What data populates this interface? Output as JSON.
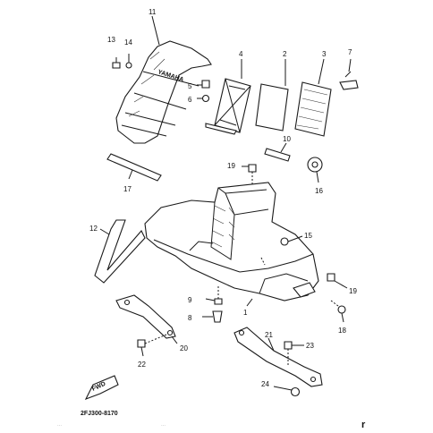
{
  "diagram": {
    "callouts": {
      "c1": "1",
      "c2": "2",
      "c3": "3",
      "c4": "4",
      "c5": "5",
      "c6": "6",
      "c7": "7",
      "c8": "8",
      "c9": "9",
      "c10": "10",
      "c11": "11",
      "c12": "12",
      "c13": "13",
      "c14": "14",
      "c15": "15",
      "c16": "16",
      "c17": "17",
      "c18": "18",
      "c19a": "19",
      "c19b": "19",
      "c20": "20",
      "c21": "21",
      "c22": "22",
      "c23": "23",
      "c24": "24"
    },
    "brand_text": "YAMAHA",
    "fwd_label": "FWD",
    "diagram_code": "2FJ300-8170",
    "corner_mark": "r",
    "faint_footer_left": "...",
    "faint_footer_right": "..."
  }
}
